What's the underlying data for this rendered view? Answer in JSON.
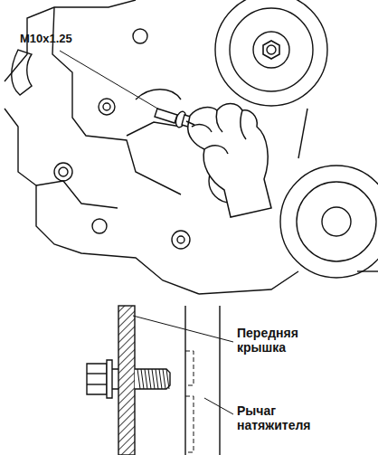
{
  "diagram": {
    "labels": [
      "M10x1.25",
      "Передняя крышка",
      "Рычаг натяжителя"
    ]
  }
}
